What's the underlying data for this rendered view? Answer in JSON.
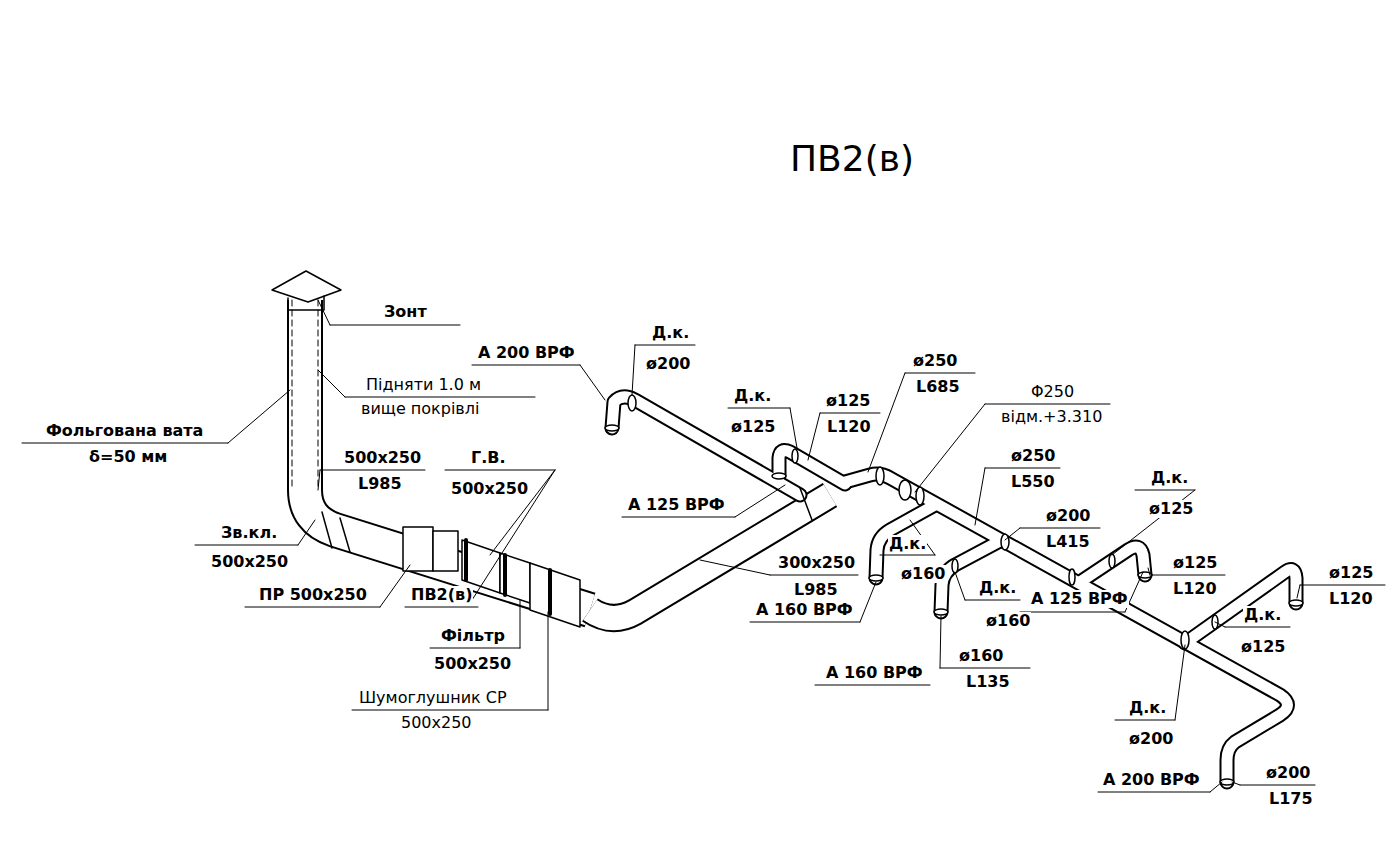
{
  "diagram": {
    "title": "ПВ2(в)",
    "labels": [
      "Зонт",
      "Підняти 1.0 м",
      "вище покрівлі",
      "Фольгована вата",
      "δ=50 мм",
      "500x250",
      "L985",
      "Г.В.",
      "500x250",
      "Зв.кл.",
      "500x250",
      "ПР 500x250",
      "ПВ2(в)",
      "Фільтр",
      "500x250",
      "Шумоглушник СР",
      "500x250",
      "А 200 ВРФ",
      "Д.к.",
      "ø200",
      "Д.к.",
      "ø125",
      "ø125",
      "L120",
      "А 125 ВРФ",
      "300x250",
      "L985",
      "ø250",
      "L685",
      "Φ250",
      "відм.+3.310",
      "ø250",
      "L550",
      "ø200",
      "L415",
      "Д.к.",
      "ø160",
      "А 160 ВРФ",
      "Д.к.",
      "ø160",
      "А 125 ВРФ",
      "ø160",
      "L135",
      "А 160 ВРФ",
      "Д.к.",
      "ø125",
      "ø125",
      "L120",
      "ø125",
      "L120",
      "Д.к.",
      "ø125",
      "Д.к.",
      "ø200",
      "А 200 ВРФ",
      "ø200",
      "L175"
    ]
  }
}
